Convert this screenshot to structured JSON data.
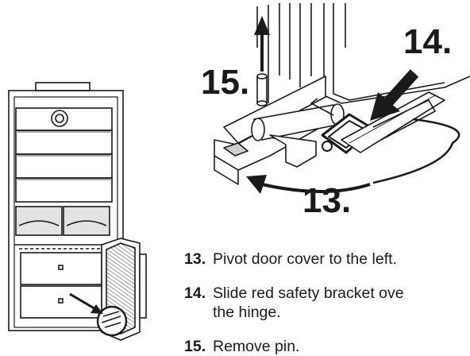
{
  "callouts": {
    "c13": "13.",
    "c14": "14.",
    "c15": "15."
  },
  "steps": [
    {
      "num": "13.",
      "text": "Pivot door cover to the left."
    },
    {
      "num": "14.",
      "text": "Slide red safety bracket ove",
      "text2": "the hinge."
    },
    {
      "num": "15.",
      "text": "Remove pin."
    }
  ]
}
